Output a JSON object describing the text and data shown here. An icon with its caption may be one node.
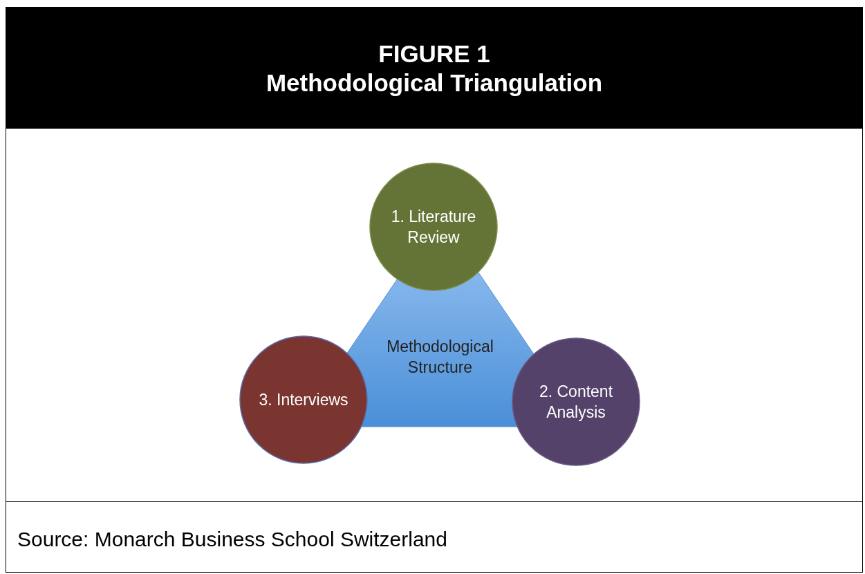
{
  "diagram": {
    "title": "FIGURE 1 Methodological Triangulation",
    "caption": "Source: Monarch Business School Switzerland",
    "nodes": [
      {
        "text": [
          "1. Literature Review"
        ]
      },
      {
        "text": [
          "Methodological Structure"
        ]
      },
      {
        "text": [
          "3. Interviews"
        ]
      },
      {
        "text": [
          "2. Content Analysis"
        ]
      }
    ]
  }
}
